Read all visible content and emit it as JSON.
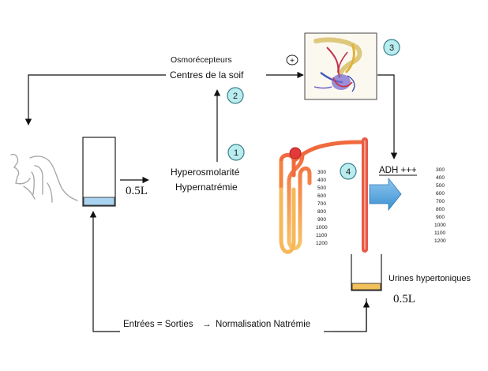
{
  "labels": {
    "osmoreceptors": "Osmorécepteurs",
    "thirst_centres": "Centres de la soif",
    "plus_sign": "+",
    "hyperosmolarity": "Hyperosmolarité",
    "hypernatremia": "Hypernatrémie",
    "volume_left": "0.5L",
    "adh": "ADH +++",
    "urine": "Urines hypertoniques",
    "volume_right": "0.5L",
    "balance": "Entrées = Sorties",
    "arrow_symbol": "→",
    "normalisation": "Normalisation Natrémie"
  },
  "steps": [
    "1",
    "2",
    "3",
    "4"
  ],
  "osmolarity_left": [
    "300",
    "400",
    "500",
    "600",
    "700",
    "800",
    "900",
    "1000",
    "1100",
    "1200"
  ],
  "osmolarity_right": [
    "300",
    "400",
    "500",
    "600",
    "700",
    "800",
    "900",
    "1000",
    "1100",
    "1200"
  ],
  "colors": {
    "badge_fill": "#b9ecef",
    "badge_stroke": "#3a7f8a",
    "water_fill": "#a9d3ee",
    "urine_fill": "#f3c15b",
    "arrow_blue": "#4ea3dd",
    "nephron_orange": "#f08a3a",
    "duct_red": "#e85a46"
  }
}
